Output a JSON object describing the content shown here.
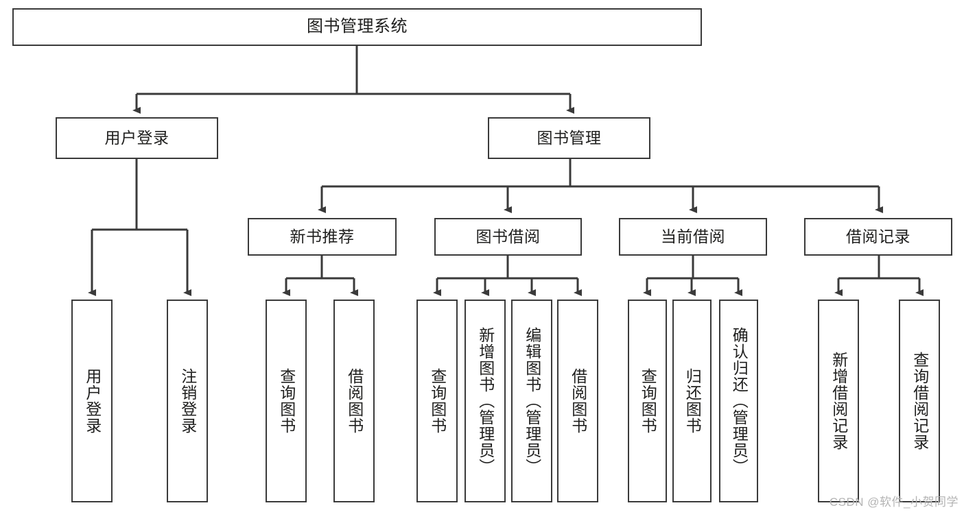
{
  "diagram": {
    "title": "图书管理系统",
    "watermark": "CSDN @软件_小贺同学",
    "accent_color": "#3a3a3a",
    "background_color": "#ffffff",
    "text_color": "#20201f",
    "root": {
      "label": "图书管理系统"
    },
    "level2": [
      {
        "label": "用户登录"
      },
      {
        "label": "图书管理"
      }
    ],
    "level3": [
      {
        "label": "新书推荐"
      },
      {
        "label": "图书借阅"
      },
      {
        "label": "当前借阅"
      },
      {
        "label": "借阅记录"
      }
    ],
    "leaves": {
      "user_login": [
        {
          "label": "用户登录"
        },
        {
          "label": "注销登录"
        }
      ],
      "new_book_recommend": [
        {
          "label": "查询图书"
        },
        {
          "label": "借阅图书"
        }
      ],
      "book_borrow": [
        {
          "label": "查询图书"
        },
        {
          "label": "新增图书（管理员）"
        },
        {
          "label": "编辑图书（管理员）"
        },
        {
          "label": "借阅图书"
        }
      ],
      "current_borrow": [
        {
          "label": "查询图书"
        },
        {
          "label": "归还图书"
        },
        {
          "label": "确认归还（管理员）"
        }
      ],
      "borrow_record": [
        {
          "label": "新增借阅记录"
        },
        {
          "label": "查询借阅记录"
        }
      ]
    }
  }
}
